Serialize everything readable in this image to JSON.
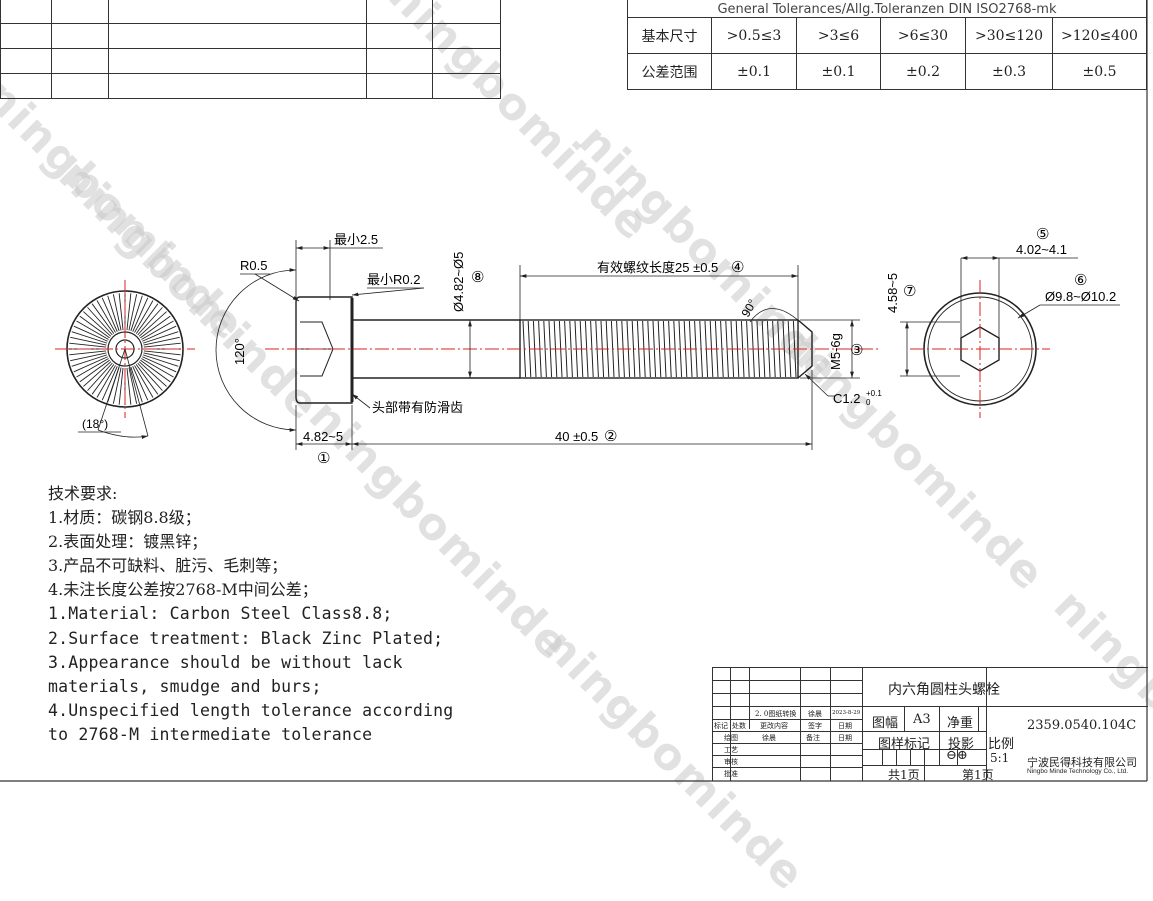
{
  "watermark_text": "ningbominde",
  "tolerance_table": {
    "title": "General Tolerances/Allg.Toleranzen DIN ISO2768-mk",
    "row1_header": "基本尺寸",
    "ranges": [
      ">0.5≤3",
      ">3≤6",
      ">6≤30",
      ">30≤120",
      ">120≤400"
    ],
    "row2_header": "公差范围",
    "tolerances": [
      "±0.1",
      "±0.1",
      "±0.2",
      "±0.3",
      "±0.5"
    ]
  },
  "dimensions": {
    "min_2_5": "最小2.5",
    "r0_5": "R0.5",
    "min_r0_2": "最小R0.2",
    "angle_120": "120°",
    "head_dia": "Ø4.82~Ø5",
    "callout_8": "⑧",
    "thread_length": "有效螺纹长度25 ±0.5",
    "callout_4": "④",
    "angle_90": "90°",
    "head_serration": "头部带有防滑齿",
    "head_length": "4.82~5",
    "callout_1": "①",
    "total_length": "40 ±0.5",
    "callout_2": "②",
    "thread_size": "M5-6g",
    "callout_3": "③",
    "chamfer": "C1.2",
    "chamfer_tol_upper": "+0.1",
    "chamfer_tol_lower": "0",
    "angle_18": "(18°)",
    "callout_5": "⑤",
    "hex_size": "4.02~4.1",
    "callout_6": "⑥",
    "head_outer": "Ø9.8~Ø10.2",
    "hex_depth": "4.58~5",
    "callout_7": "⑦"
  },
  "notes": {
    "title": "技术要求:",
    "cn": [
      "1.材质：碳钢8.8级；",
      "2.表面处理：镀黑锌；",
      "3.产品不可缺料、脏污、毛刺等；",
      "4.未注长度公差按2768-M中间公差；"
    ],
    "en": [
      "1.Material: Carbon Steel Class8.8;",
      "2.Surface treatment: Black Zinc Plated;",
      "3.Appearance should be without lack",
      "materials, smudge and burs;",
      "4.Unspecified length tolerance according",
      "to 2768-M intermediate tolerance"
    ]
  },
  "title_block": {
    "part_name": "内六角圆柱头螺栓",
    "drawing_no": "2359.0540.104C",
    "sheet_size_label": "图幅",
    "sheet_size": "A3",
    "net_weight_label": "净重",
    "drawing_mark_label": "图样标记",
    "projection_label": "投影",
    "scale_label": "比例",
    "scale": "5:1",
    "total_pages": "共1页",
    "page_no": "第1页",
    "company_cn": "宁波民得科技有限公司",
    "company_en": "Ningbo Minde Technology Co., Ltd.",
    "rev_entry": "2. 0图纸转换",
    "rev_by": "徐晨",
    "rev_date": "2023-8-29",
    "mark_label": "标记",
    "count_label": "处数",
    "content_label": "更改内容",
    "sign_label": "签字",
    "date_label": "日期",
    "drawn_label": "绘图",
    "drawn_by": "徐晨",
    "remark_label": "备注",
    "date_label2": "日期",
    "process_label": "工艺",
    "check_label": "审核",
    "approve_label": "批准"
  }
}
